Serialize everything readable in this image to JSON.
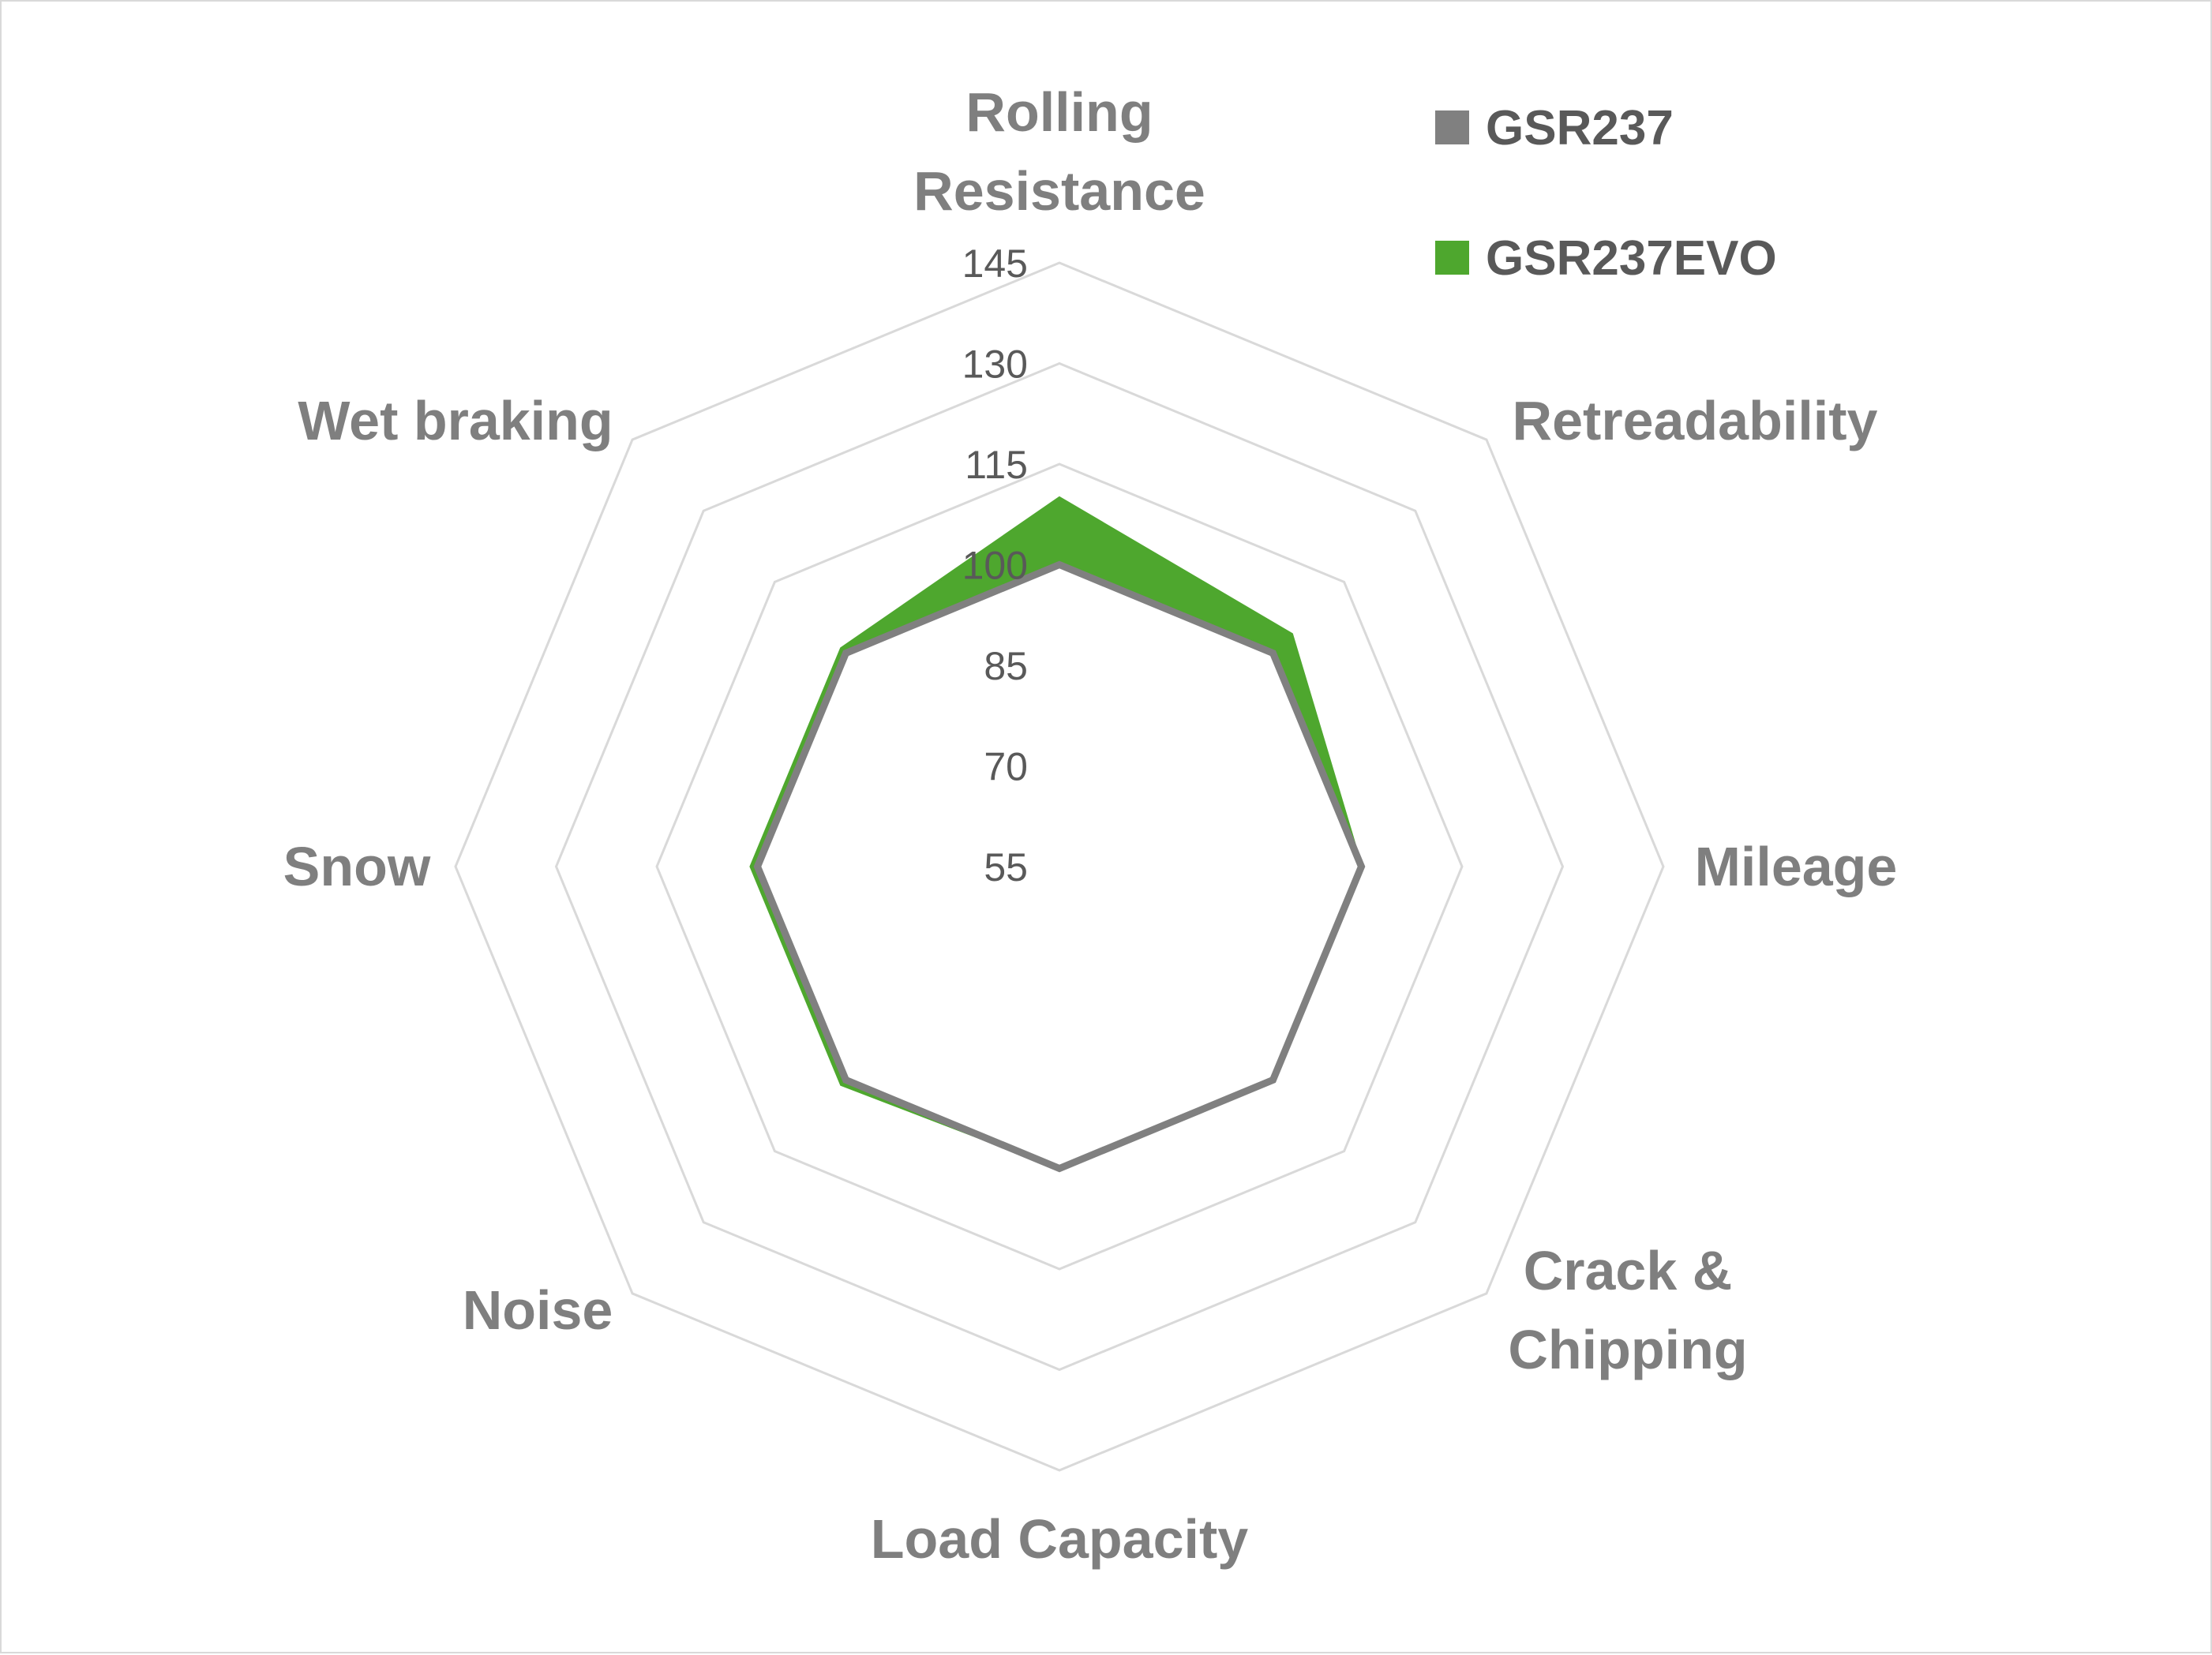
{
  "chart_data": {
    "type": "radar",
    "title": "",
    "categories": [
      "Rolling\nResistance",
      "Retreadability",
      "Mileage",
      "Crack &\nChipping",
      "Load Capacity",
      "Noise",
      "Snow",
      "Wet braking"
    ],
    "series": [
      {
        "name": "GSR237",
        "values": [
          100,
          100,
          100,
          100,
          100,
          100,
          100,
          100
        ],
        "color": "#808080"
      },
      {
        "name": "GSR237EVO",
        "values": [
          110,
          104,
          100,
          100,
          100,
          101,
          101,
          101
        ],
        "color": "#4ea72e"
      }
    ],
    "axis": {
      "min": 55,
      "max": 145,
      "step": 15,
      "ticks": [
        "55",
        "70",
        "85",
        "100",
        "115",
        "130",
        "145"
      ]
    },
    "grid": true,
    "legend_position": "top-right"
  }
}
